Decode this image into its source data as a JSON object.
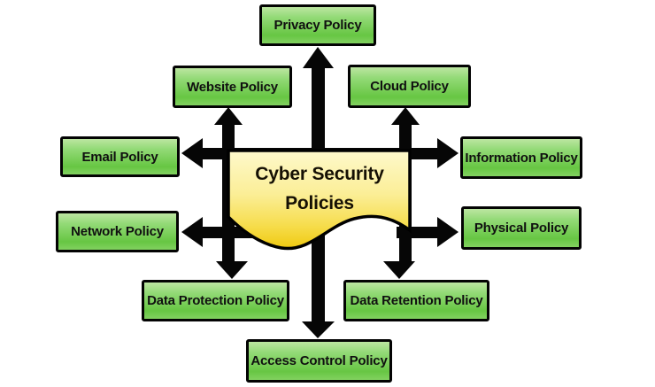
{
  "diagram": {
    "title": "Cyber Security Policies",
    "background_color": "#ffffff",
    "arrow_color": "#060606",
    "center": {
      "label": "Cyber Security Policies",
      "shape": "document-wave",
      "fill_top": "#FEF9CC",
      "fill_bottom": "#EFC90F",
      "border_color": "#000000"
    },
    "node_style": {
      "fill_top": "#BCE6A1",
      "fill_mid": "#67C643",
      "fill_bottom": "#82D160",
      "border_color": "#030303",
      "text_color": "#101010"
    },
    "nodes": {
      "privacy": {
        "label": "Privacy Policy"
      },
      "website": {
        "label": "Website Policy"
      },
      "cloud": {
        "label": "Cloud Policy"
      },
      "email": {
        "label": "Email Policy"
      },
      "network": {
        "label": "Network Policy"
      },
      "information": {
        "label": "Information Policy"
      },
      "physical": {
        "label": "Physical Policy"
      },
      "data_protection": {
        "label": "Data Protection Policy"
      },
      "data_retention": {
        "label": "Data Retention Policy"
      },
      "access_control": {
        "label": "Access Control Policy"
      }
    }
  }
}
